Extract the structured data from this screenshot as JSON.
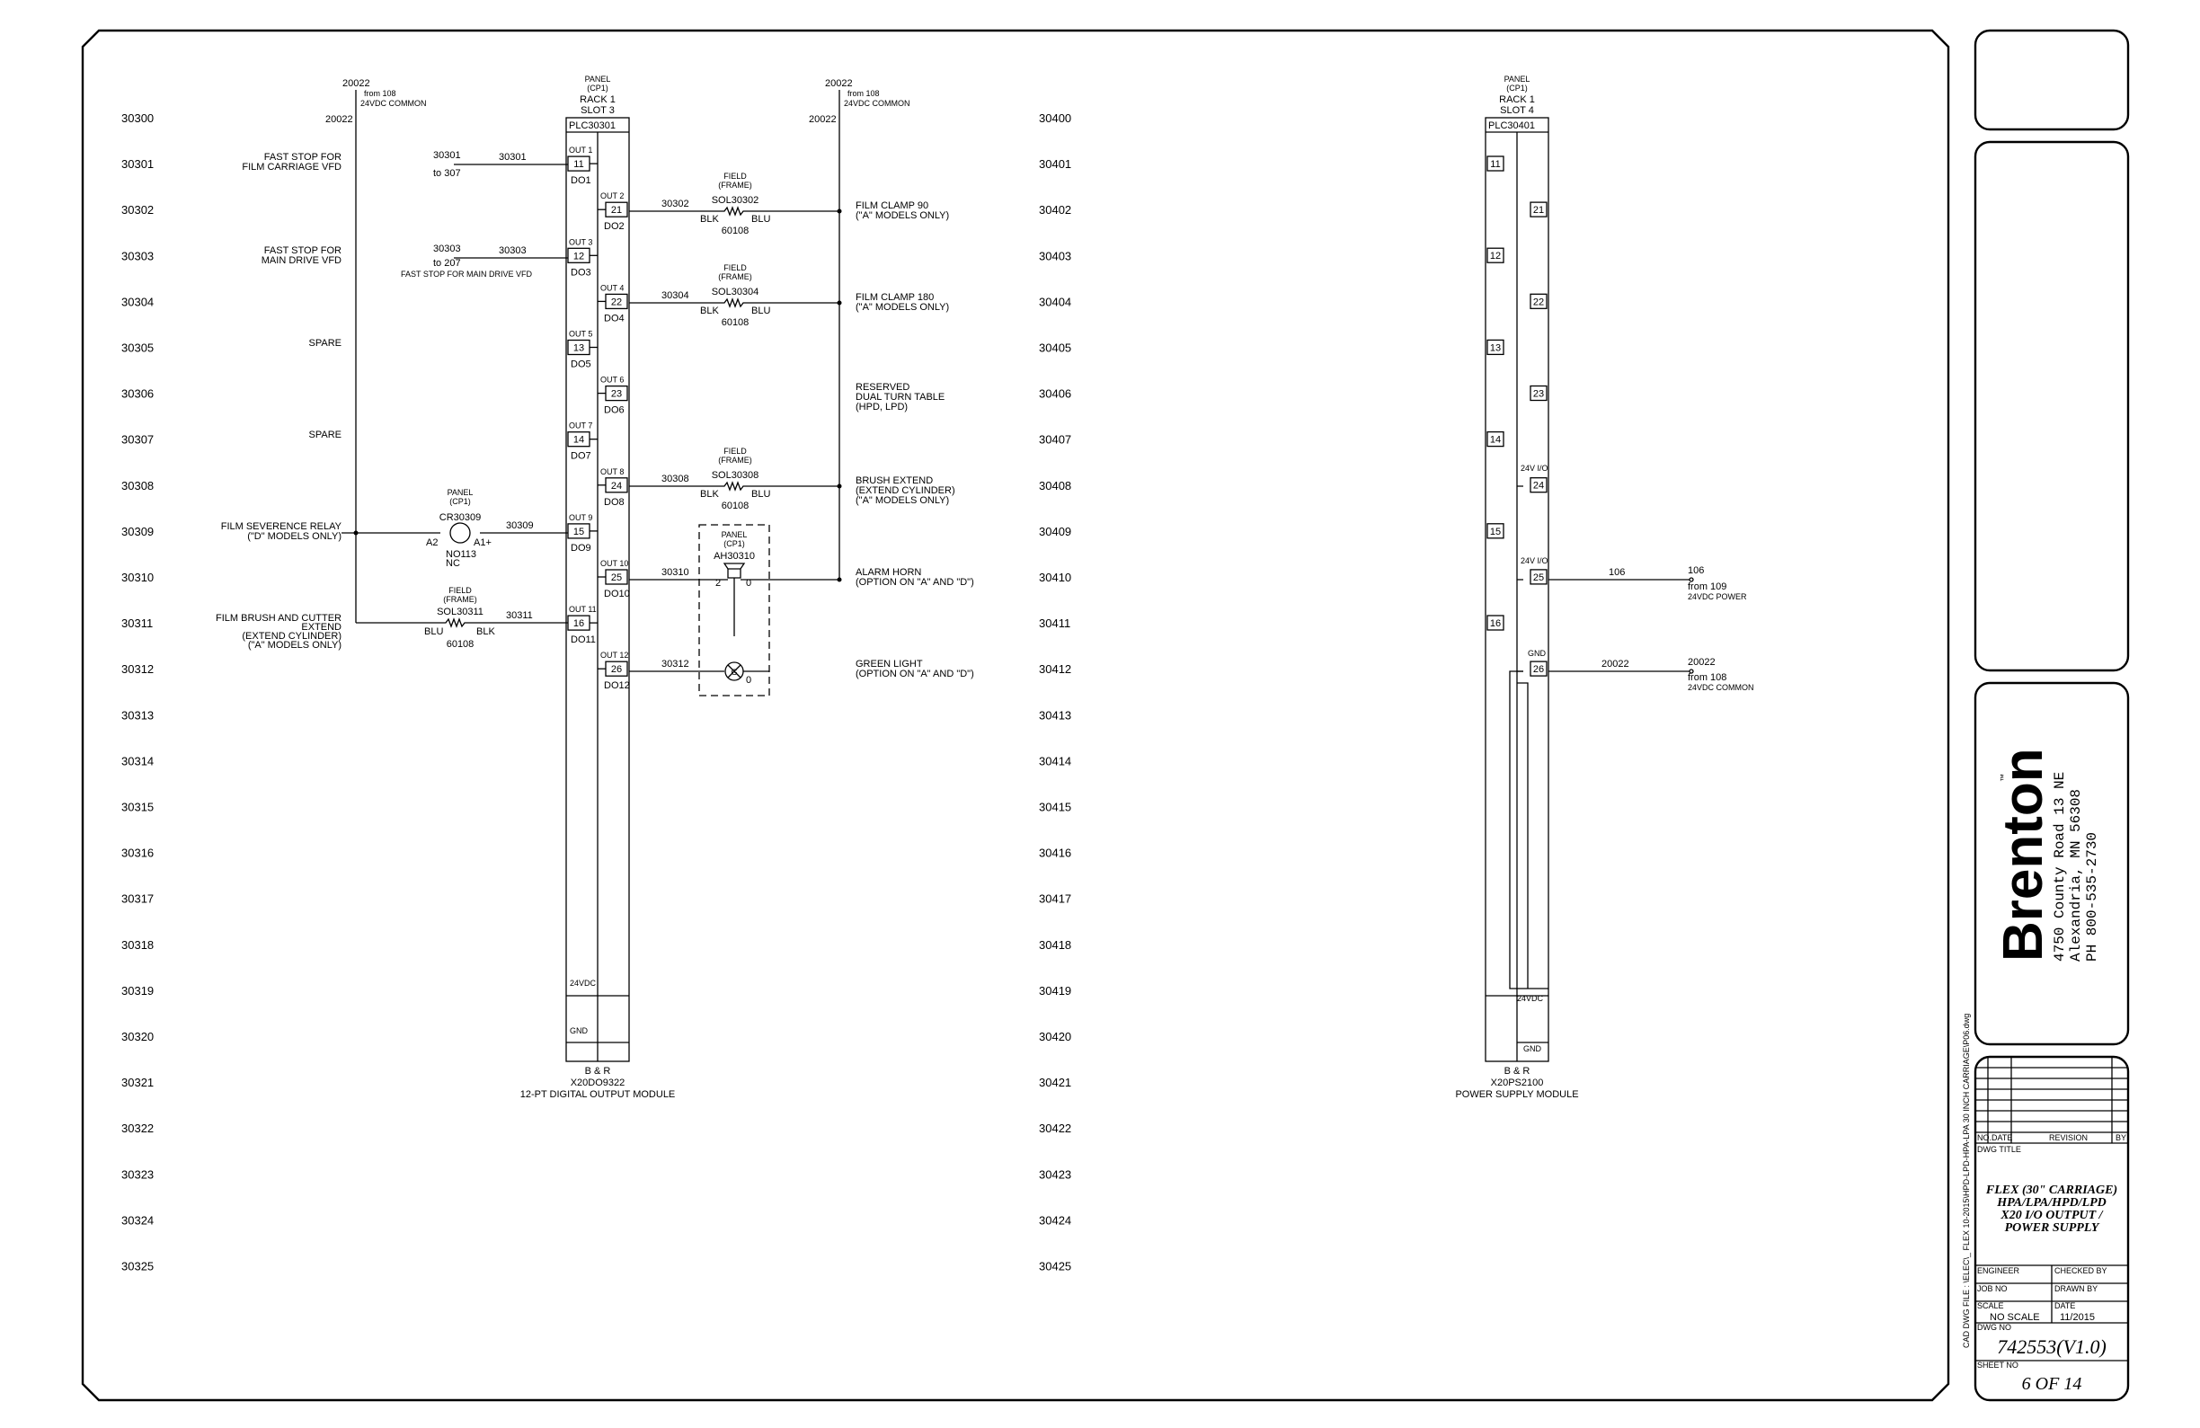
{
  "rows_left": [
    "30300",
    "30301",
    "30302",
    "30303",
    "30304",
    "30305",
    "30306",
    "30307",
    "30308",
    "30309",
    "30310",
    "30311",
    "30312",
    "30313",
    "30314",
    "30315",
    "30316",
    "30317",
    "30318",
    "30319",
    "30320",
    "30321",
    "30322",
    "30323",
    "30324",
    "30325"
  ],
  "rows_right": [
    "30400",
    "30401",
    "30402",
    "30403",
    "30404",
    "30405",
    "30406",
    "30407",
    "30408",
    "30409",
    "30410",
    "30411",
    "30412",
    "30413",
    "30414",
    "30415",
    "30416",
    "30417",
    "30418",
    "30419",
    "30420",
    "30421",
    "30422",
    "30423",
    "30424",
    "30425"
  ],
  "left_common": {
    "num": "20022",
    "from": "from 108",
    "desc": "24VDC COMMON",
    "wire": "20022"
  },
  "right_common": {
    "num": "20022",
    "from": "from 108",
    "desc": "24VDC COMMON",
    "wire": "20022"
  },
  "mod1": {
    "panel": [
      "PANEL",
      "(CP1)",
      "RACK  1",
      "SLOT  3"
    ],
    "tag": "PLC30301",
    "terms_left": [
      "11",
      "12",
      "13",
      "14",
      "15",
      "16"
    ],
    "terms_right": [
      "21",
      "22",
      "23",
      "24",
      "25",
      "26"
    ],
    "outs_left": [
      "OUT 1",
      "OUT 3",
      "OUT 5",
      "OUT 7",
      "OUT 9",
      "OUT 11"
    ],
    "outs_right": [
      "OUT 2",
      "OUT 4",
      "OUT 6",
      "OUT 8",
      "OUT 10",
      "OUT 12"
    ],
    "dos_left": [
      "DO1",
      "DO3",
      "DO5",
      "DO7",
      "DO9",
      "DO11"
    ],
    "dos_right": [
      "DO2",
      "DO4",
      "DO6",
      "DO8",
      "DO10",
      "DO12"
    ],
    "v24": "24VDC",
    "gnd": "GND",
    "maker": "B & R",
    "model": "X20DO9322",
    "desc": "12-PT DIGITAL OUTPUT MODULE"
  },
  "left_devices": {
    "fs_film": [
      "FAST STOP FOR",
      "FILM CARRIAGE VFD"
    ],
    "fs_film_wire": "30301",
    "fs_film_ref": [
      "30301",
      "to 307"
    ],
    "fs_main": [
      "FAST STOP FOR",
      "MAIN DRIVE VFD"
    ],
    "fs_main_wire": "30303",
    "fs_main_ref": [
      "30303",
      "to 207"
    ],
    "fs_main_note": "FAST STOP FOR MAIN DRIVE VFD",
    "spare1": "SPARE",
    "spare2": "SPARE",
    "relay_desc": [
      "FILM SEVERENCE RELAY",
      "(\"D\" MODELS ONLY)"
    ],
    "relay_tag": [
      "PANEL",
      "(CP1)",
      "CR30309"
    ],
    "relay_pins": [
      "A2",
      "A1+"
    ],
    "relay_contact": [
      "NO113",
      "NC"
    ],
    "relay_wire": "30309",
    "brush_desc": [
      "FILM BRUSH AND CUTTER",
      "EXTEND",
      "(EXTEND CYLINDER)",
      "(\"A\" MODELS ONLY)"
    ],
    "brush_tag": [
      "FIELD",
      "(FRAME)",
      "SOL30311"
    ],
    "brush_colors": [
      "BLU",
      "BLK"
    ],
    "brush_part": "60108",
    "brush_wire": "30311"
  },
  "right_devices": {
    "sol302": {
      "tag": [
        "FIELD",
        "(FRAME)",
        "SOL30302"
      ],
      "colors": [
        "BLK",
        "BLU"
      ],
      "part": "60108",
      "wire": "30302",
      "desc": [
        "FILM CLAMP 90",
        "(\"A\" MODELS ONLY)"
      ]
    },
    "sol304": {
      "tag": [
        "FIELD",
        "(FRAME)",
        "SOL30304"
      ],
      "colors": [
        "BLK",
        "BLU"
      ],
      "part": "60108",
      "wire": "30304",
      "desc": [
        "FILM CLAMP 180",
        "(\"A\" MODELS ONLY)"
      ]
    },
    "reserved": [
      "RESERVED",
      "DUAL TURN TABLE",
      "(HPD, LPD)"
    ],
    "sol308": {
      "tag": [
        "FIELD",
        "(FRAME)",
        "SOL30308"
      ],
      "colors": [
        "BLK",
        "BLU"
      ],
      "part": "60108",
      "wire": "30308",
      "desc": [
        "BRUSH EXTEND",
        "(EXTEND CYLINDER)",
        "(\"A\" MODELS ONLY)"
      ]
    },
    "horn": {
      "tag": [
        "PANEL",
        "(CP1)",
        "AH30310"
      ],
      "pins": [
        "2",
        "0"
      ],
      "wire": "30310",
      "desc": [
        "ALARM HORN",
        "(OPTION ON \"A\" AND \"D\")"
      ]
    },
    "light": {
      "symbol": "G",
      "pin": "0",
      "wire": "30312",
      "desc": [
        "GREEN LIGHT",
        "(OPTION ON \"A\" AND \"D\")"
      ]
    }
  },
  "mod2": {
    "panel": [
      "PANEL",
      "(CP1)",
      "RACK  1",
      "SLOT  4"
    ],
    "tag": "PLC30401",
    "terms_left": [
      "11",
      "12",
      "13",
      "14",
      "15",
      "16"
    ],
    "terms_right": [
      "21",
      "22",
      "23",
      "24",
      "25",
      "26"
    ],
    "lbl24": "24V I/O",
    "lbl25": "24V I/O",
    "lbl26": "GND",
    "v24": "24VDC",
    "gnd": "GND",
    "maker": "B & R",
    "model": "X20PS2100",
    "desc": "POWER SUPPLY MODULE",
    "w106": "106",
    "w106_ref": [
      "106",
      "from 109",
      "24VDC POWER"
    ],
    "w20022": "20022",
    "w20022_ref": [
      "20022",
      "from 108",
      "24VDC COMMON"
    ]
  },
  "title_block": {
    "logo": "Brenton",
    "tm": "™",
    "address": [
      "4750 County Road 13 NE",
      "Alexandria, MN 56308",
      "PH 800-535-2730"
    ],
    "file_path": "CAD DWG FILE : \\ELEC\\_ FLEX 10-2015\\HPD-LPD-HPA-LPA 30 INCH CARRIAGE\\P06.dwg",
    "rev_headers": [
      "NO.",
      "DATE",
      "REVISION",
      "BY"
    ],
    "dwg_title_label": "DWG TITLE",
    "dwg_title": [
      "FLEX (30\" CARRIAGE)",
      "HPA/LPA/HPD/LPD",
      "X20 I/O OUTPUT /",
      "POWER SUPPLY"
    ],
    "engineer_label": "ENGINEER",
    "checked_label": "CHECKED BY",
    "job_label": "JOB NO",
    "drawn_label": "DRAWN BY",
    "scale_label": "SCALE",
    "scale": "NO SCALE",
    "date_label": "DATE",
    "date": "11/2015",
    "dwg_no_label": "DWG NO",
    "dwg_no": "742553(V1.0)",
    "sheet_label": "SHEET NO",
    "sheet": "6 OF 14"
  }
}
